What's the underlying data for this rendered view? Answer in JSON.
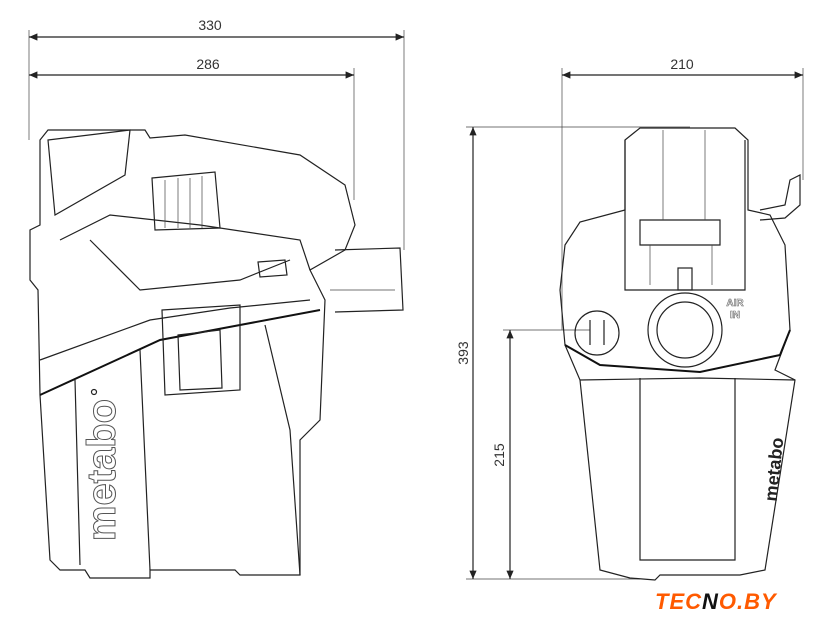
{
  "dimensions": {
    "overall_length": "330",
    "body_length": "286",
    "width": "210",
    "height": "393",
    "lower_height": "215"
  },
  "labels": {
    "brand_side": "metabo",
    "brand_front": "metabo",
    "air_in_1": "AIR",
    "air_in_2": "IN"
  },
  "watermark": {
    "text_left": "TEC",
    "text_right": "O.BY",
    "full": "TECNO.BY",
    "color": "#ff5a00"
  }
}
